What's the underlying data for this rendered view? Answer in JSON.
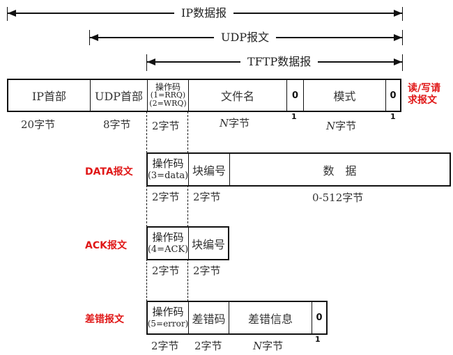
{
  "arrows": {
    "ip": "IP数据报",
    "udp": "UDP报文",
    "tftp": "TFTP数据报"
  },
  "rrq_wrq": {
    "label": "读/写请求报文",
    "label_line1": "读/写请",
    "label_line2": "求报文",
    "fields": {
      "ip_header": "IP首部",
      "udp_header": "UDP首部",
      "opcode_title": "操作码",
      "opcode_v1": "(1=RRQ)",
      "opcode_v2": "(2=WRQ)",
      "filename": "文件名",
      "zero1": "0",
      "mode": "模式",
      "zero2": "0"
    },
    "sizes": {
      "ip_header": "20字节",
      "udp_header": "8字节",
      "opcode": "2字节",
      "filename_n": "N",
      "filename_unit": "字节",
      "zero1": "1",
      "mode_n": "N",
      "mode_unit": "字节",
      "zero2": "1"
    }
  },
  "data_msg": {
    "label": "DATA报文",
    "fields": {
      "opcode_title": "操作码",
      "opcode_value": "(3=data)",
      "block_no": "块编号",
      "data": "数　据"
    },
    "sizes": {
      "opcode": "2字节",
      "block_no": "2字节",
      "data": "0-512字节"
    }
  },
  "ack_msg": {
    "label": "ACK报文",
    "fields": {
      "opcode_title": "操作码",
      "opcode_value": "(4=ACK)",
      "block_no": "块编号"
    },
    "sizes": {
      "opcode": "2字节",
      "block_no": "2字节"
    }
  },
  "error_msg": {
    "label": "差错报文",
    "fields": {
      "opcode_title": "操作码",
      "opcode_value": "(5=error)",
      "error_code": "差错码",
      "error_info": "差错信息",
      "zero": "0"
    },
    "sizes": {
      "opcode": "2字节",
      "error_code": "2字节",
      "error_info_n": "N",
      "error_info_unit": "字节",
      "zero": "1"
    }
  },
  "colors": {
    "label_red": "#e01818",
    "line": "#111111"
  }
}
